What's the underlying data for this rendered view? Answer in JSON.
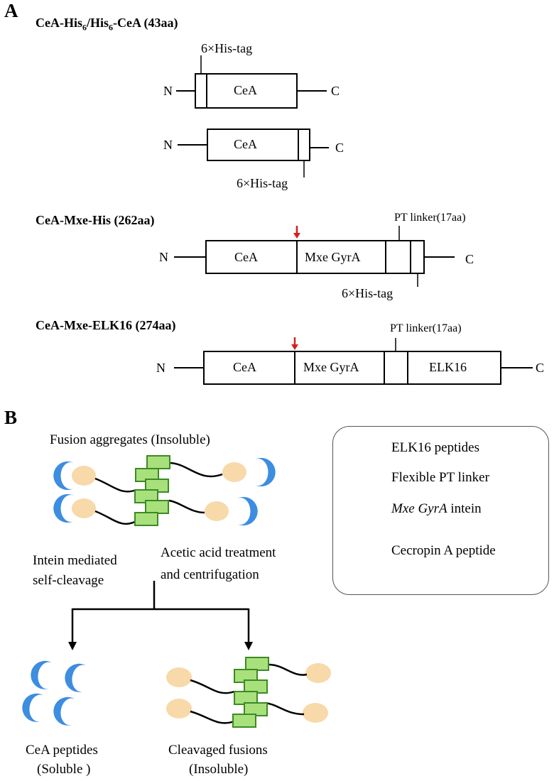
{
  "panel_a": {
    "letter": "A",
    "constructs": [
      {
        "title_prefix": "CeA-His",
        "title_sub1": "6",
        "title_mid": "/His",
        "title_sub2": "6",
        "title_suffix": "-CeA (43aa)",
        "variant1": {
          "n": "N",
          "c": "C",
          "cea": "CeA",
          "tag": "6×His-tag"
        },
        "variant2": {
          "n": "N",
          "c": "C",
          "cea": "CeA",
          "tag": "6×His-tag"
        }
      },
      {
        "title": "CeA-Mxe-His (262aa)",
        "n": "N",
        "c": "C",
        "cea": "CeA",
        "mxe": "Mxe GyrA",
        "linker": "PT linker(17aa)",
        "tag": "6×His-tag"
      },
      {
        "title": "CeA-Mxe-ELK16 (274aa)",
        "n": "N",
        "c": "C",
        "cea": "CeA",
        "mxe": "Mxe GyrA",
        "linker": "PT linker(17aa)",
        "elk": "ELK16"
      }
    ]
  },
  "panel_b": {
    "letter": "B",
    "aggregates_label": "Fusion aggregates (Insoluble)",
    "intein_line1": "Intein mediated",
    "intein_line2": "self-cleavage",
    "treatment_line1": "Acetic acid treatment",
    "treatment_line2": "and centrifugation",
    "cea_line1": "CeA peptides",
    "cea_line2": "(Soluble )",
    "fusions_line1": "Cleavaged fusions",
    "fusions_line2": "(Insoluble)",
    "legend": {
      "elk": "ELK16 peptides",
      "linker": "Flexible PT linker",
      "intein_italic": "Mxe GyrA",
      "intein_rest": " intein",
      "cecropin": "Cecropin A peptide"
    }
  },
  "colors": {
    "green_fill": "#a8e07c",
    "green_stroke": "#3c8a24",
    "intein_fill": "#f8d9a9",
    "cecropin_blue": "#3d8de0",
    "arrow_red": "#d42020"
  }
}
